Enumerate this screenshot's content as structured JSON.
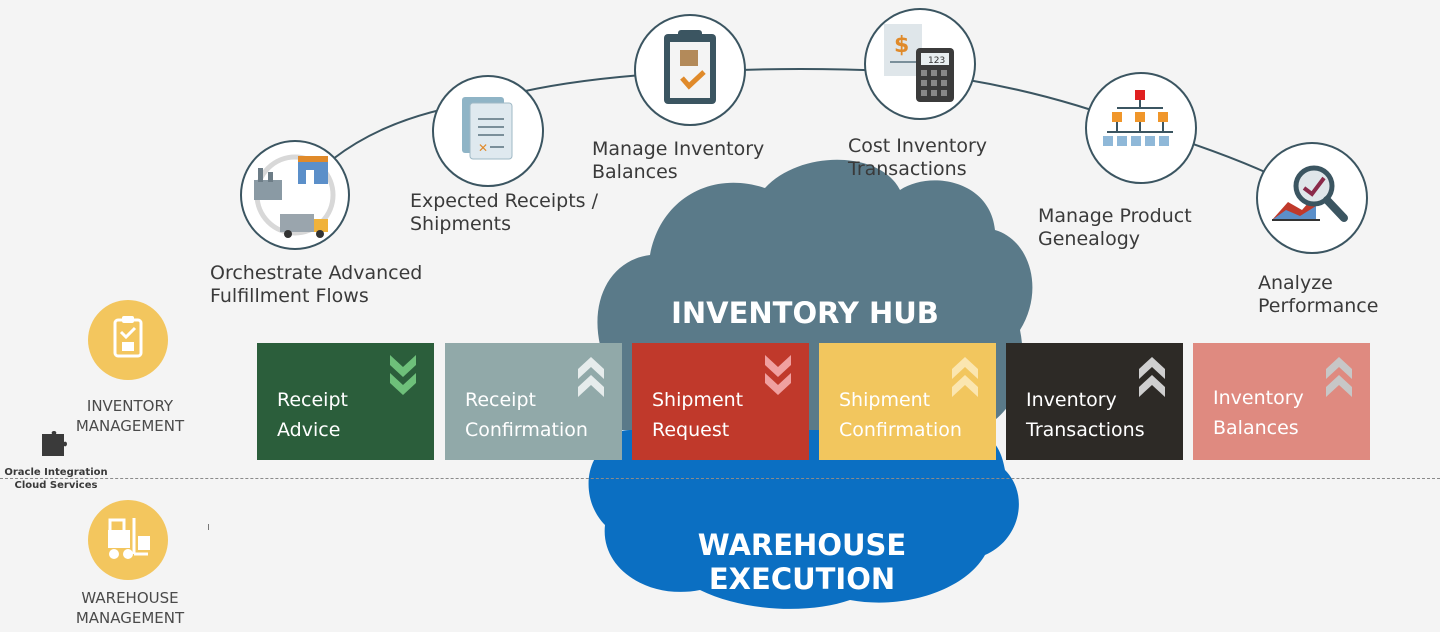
{
  "flow_steps": [
    {
      "label_1": "Orchestrate Advanced",
      "label_2": "Fulfillment Flows",
      "icon": "factory-store-truck-icon"
    },
    {
      "label_1": "Expected Receipts /",
      "label_2": "Shipments",
      "icon": "documents-icon"
    },
    {
      "label_1": "Manage Inventory",
      "label_2": "Balances",
      "icon": "clipboard-check-icon"
    },
    {
      "label_1": "Cost Inventory",
      "label_2": "Transactions",
      "icon": "cost-calculator-icon",
      "calculator_display": "123"
    },
    {
      "label_1": "Manage Product",
      "label_2": "Genealogy",
      "icon": "hierarchy-icon"
    },
    {
      "label_1": "Analyze",
      "label_2": "Performance",
      "icon": "analytics-magnifier-icon"
    }
  ],
  "clouds": {
    "hub_title": "INVENTORY HUB",
    "warehouse_title": "WAREHOUSE EXECUTION",
    "hub_color": "#5a7a89",
    "warehouse_color": "#0b6fc2"
  },
  "side": {
    "inventory_line1": "INVENTORY",
    "inventory_line2": "MANAGEMENT",
    "integration_line1": "Oracle Integration",
    "integration_line2": "Cloud Services",
    "warehouse_line1": "WAREHOUSE",
    "warehouse_line2": "MANAGEMENT",
    "badge_color": "#f3c65e"
  },
  "tiles": [
    {
      "line1": "Receipt",
      "line2": "Advice",
      "color": "#2b5e3b",
      "direction": "down"
    },
    {
      "line1": "Receipt",
      "line2": "Confirmation",
      "color": "#91a9a9",
      "direction": "up"
    },
    {
      "line1": "Shipment",
      "line2": "Request",
      "color": "#c0392b",
      "direction": "down"
    },
    {
      "line1": "Shipment",
      "line2": "Confirmation",
      "color": "#f2c65e",
      "direction": "up"
    },
    {
      "line1": "Inventory",
      "line2": "Transactions",
      "color": "#2d2a26",
      "direction": "up"
    },
    {
      "line1": "Inventory",
      "line2": "Balances",
      "color": "#df8a80",
      "direction": "up"
    }
  ]
}
